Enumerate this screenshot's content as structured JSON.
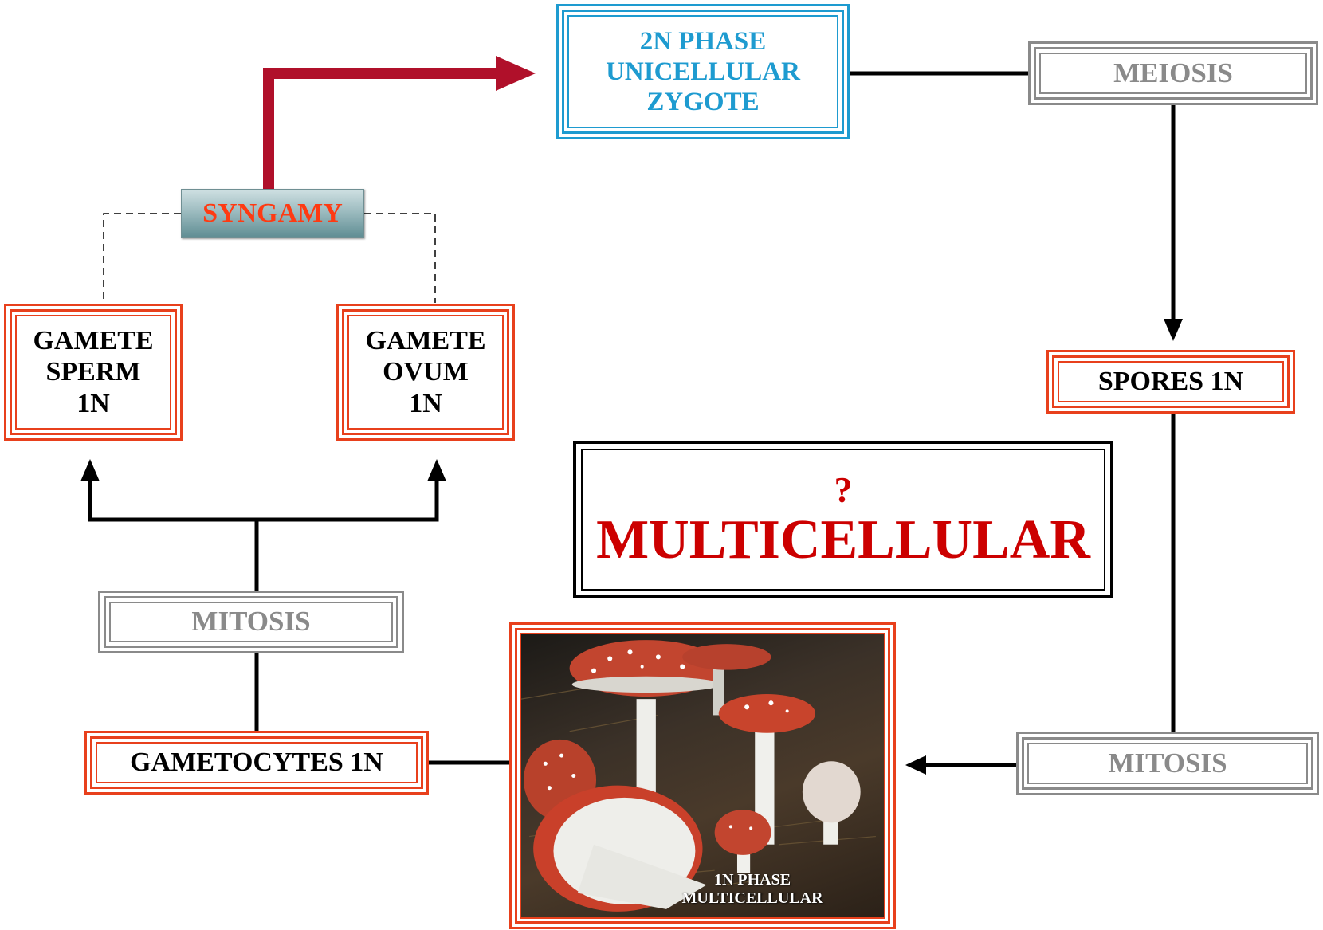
{
  "colors": {
    "red_accent": "#e8401c",
    "blue_accent": "#1e9bd0",
    "gray": "#8a8a8a",
    "arrow_red": "#b0102a",
    "title_red": "#cc0000"
  },
  "boxes": {
    "zygote": [
      "2N PHASE",
      "UNICELLULAR",
      "ZYGOTE"
    ],
    "meiosis_top": "MEIOSIS",
    "spores": "SPORES 1N",
    "mitosis_right": "MITOSIS",
    "mitosis_left": "MITOSIS",
    "gametocytes": "GAMETOCYTES 1N",
    "gamete_sperm": [
      "GAMETE",
      "SPERM",
      "1N"
    ],
    "gamete_ovum": [
      "GAMETE",
      "OVUM",
      "1N"
    ],
    "syngamy": "SYNGAMY"
  },
  "center": {
    "question": "?",
    "title": "MULTICELLULAR"
  },
  "photo": {
    "caption": [
      "1N PHASE",
      "MULTICELLULAR"
    ]
  }
}
